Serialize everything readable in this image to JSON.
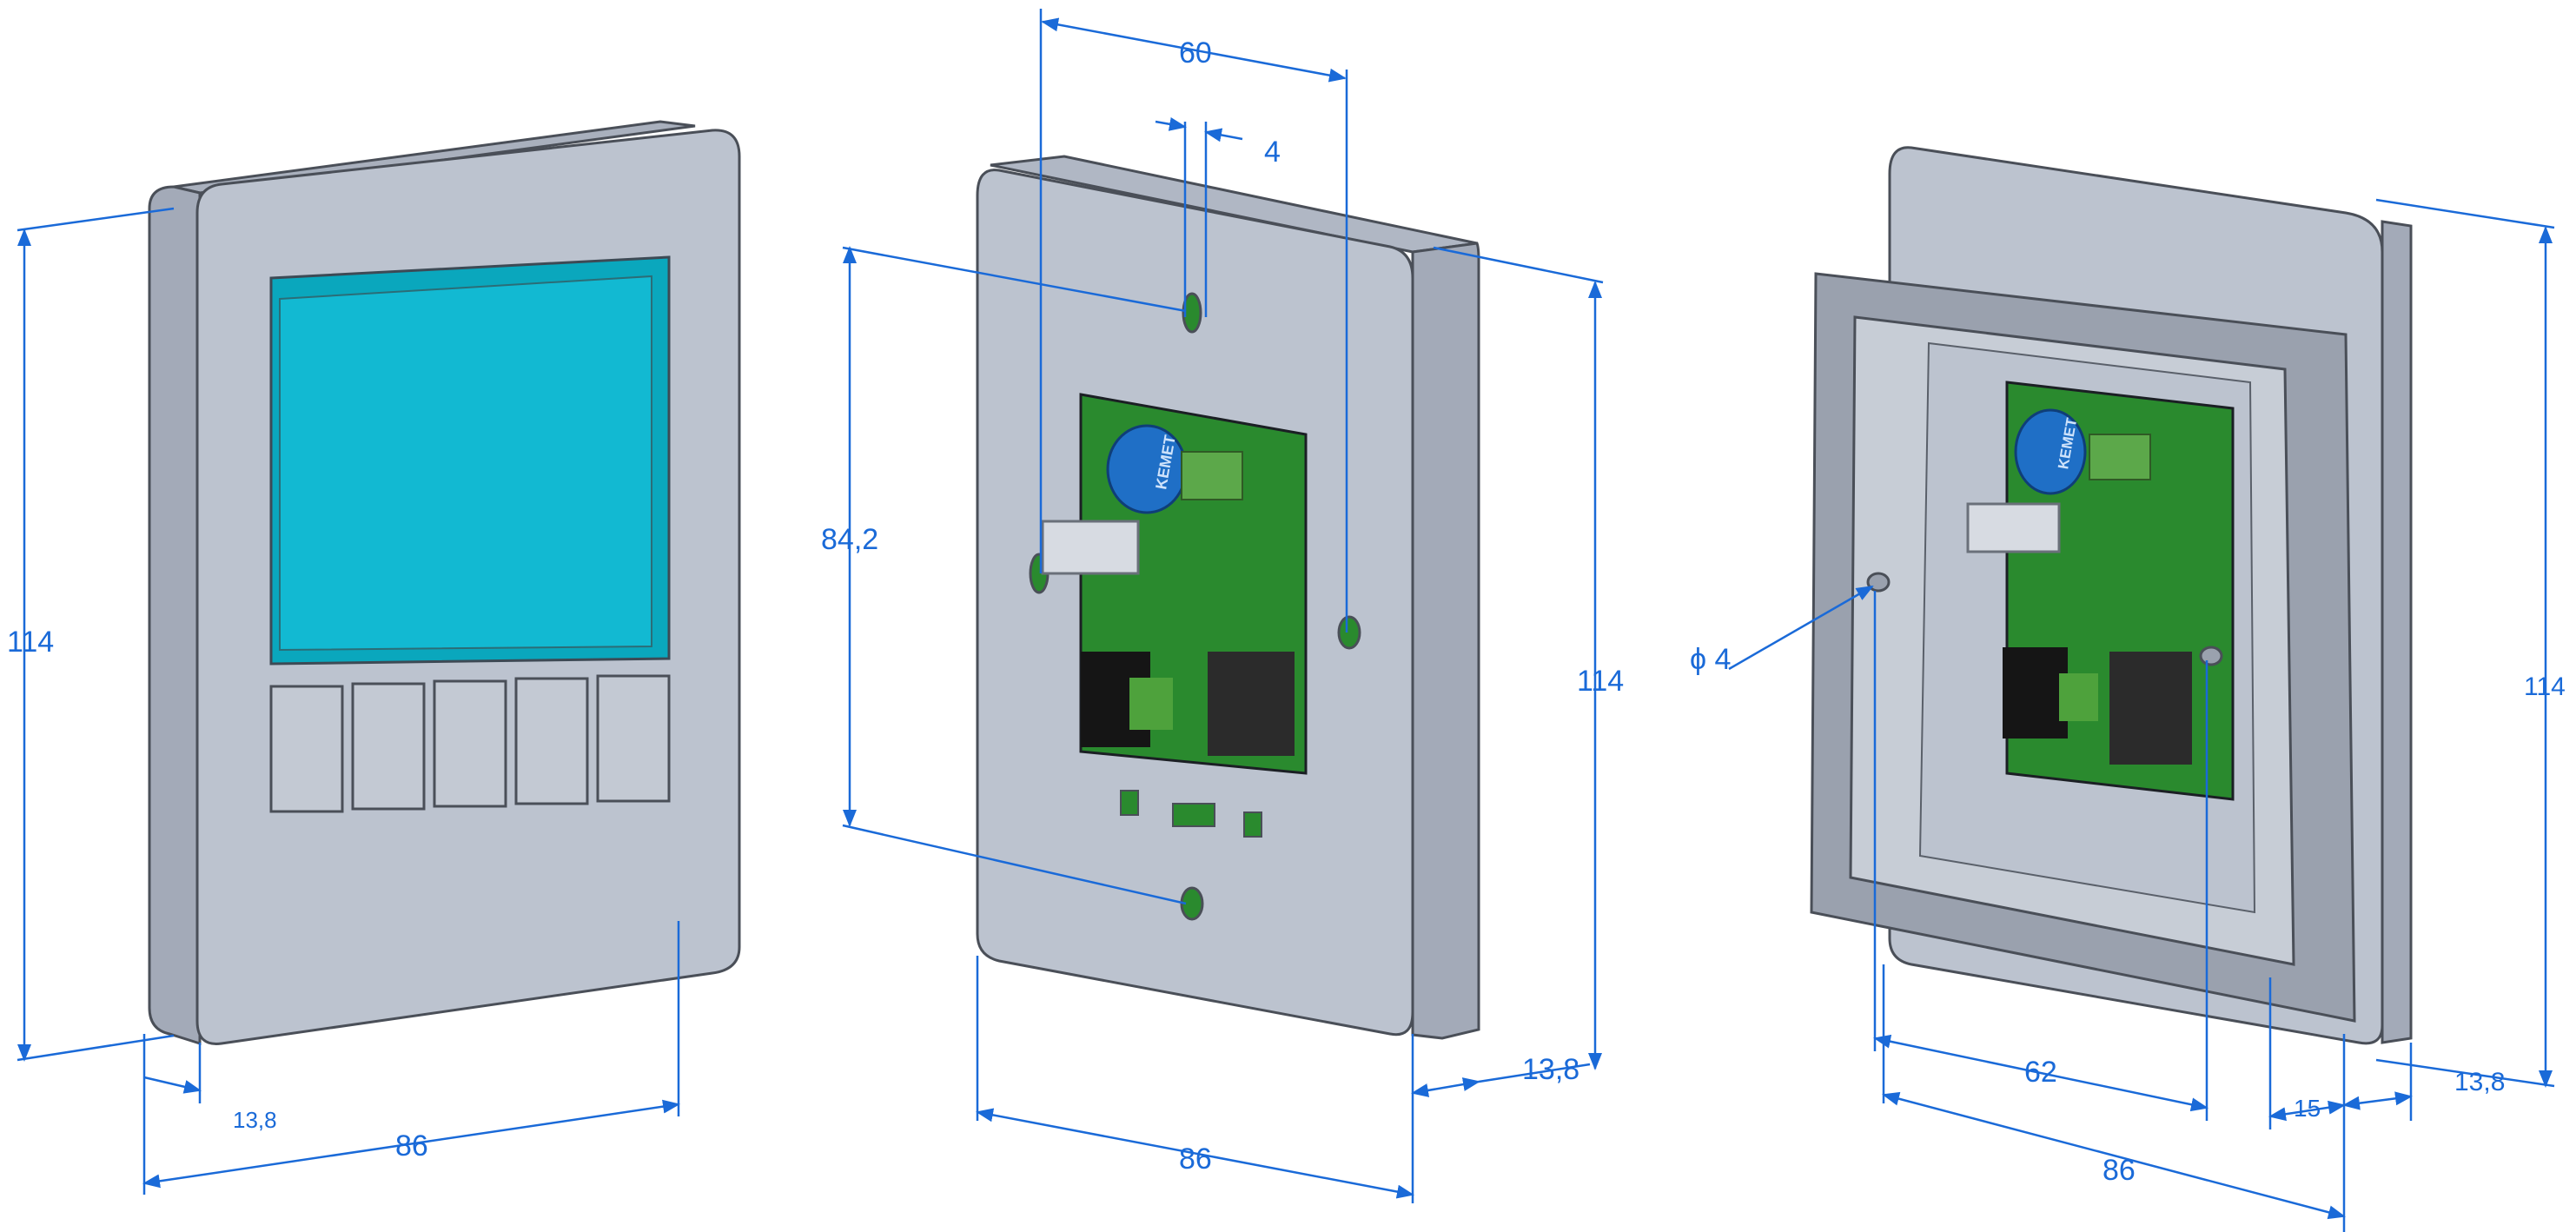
{
  "views": {
    "front": {
      "dims": {
        "height": "114",
        "width": "86",
        "depth": "13,8"
      },
      "button_count": 5
    },
    "rear_plate": {
      "dims": {
        "hole_spacing": "60",
        "slot_width": "4",
        "vertical_hole_spacing": "84,2",
        "height": "114",
        "width": "86",
        "depth": "13,8"
      },
      "capacitor_brand": "KEMET"
    },
    "rear_frame": {
      "dims": {
        "hole_diameter": "ϕ 4",
        "hole_spacing": "62",
        "height": "114",
        "width": "86",
        "offset": "15",
        "depth": "13,8"
      },
      "capacitor_brand": "KEMET"
    }
  },
  "colors": {
    "dimension": "#1a6ad8",
    "housing": "#bcc3cf",
    "screen": "#12b9d2",
    "pcb": "#2a8a2e",
    "capacitor": "#1f6fc6"
  }
}
